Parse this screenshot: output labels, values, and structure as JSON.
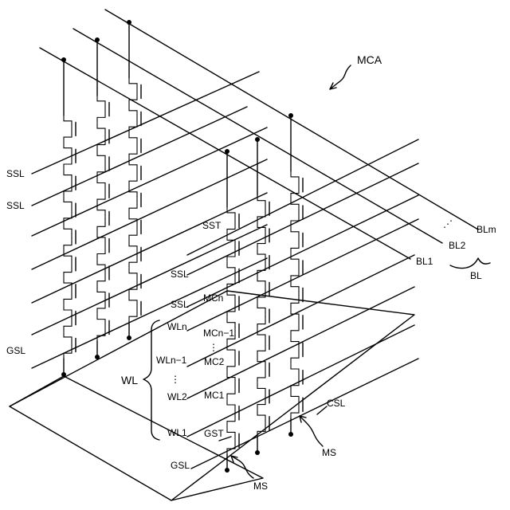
{
  "labels": {
    "mca": "MCA",
    "ssl": "SSL",
    "gsl": "GSL",
    "sst": "SST",
    "gst": "GST",
    "mcn": "MCn",
    "mcn1": "MCn−1",
    "mc2": "MC2",
    "mc1": "MC1",
    "wln": "WLn",
    "wln1": "WLn−1",
    "wl2": "WL2",
    "wl1": "WL1",
    "wl": "WL",
    "csl": "CSL",
    "ms": "MS",
    "bl1": "BL1",
    "bl2": "BL2",
    "blm": "BLm",
    "bl": "BL",
    "ellipsis": "⋮",
    "hellipsis": "⋰"
  },
  "colors": {
    "line": "#000000",
    "background": "#ffffff"
  }
}
